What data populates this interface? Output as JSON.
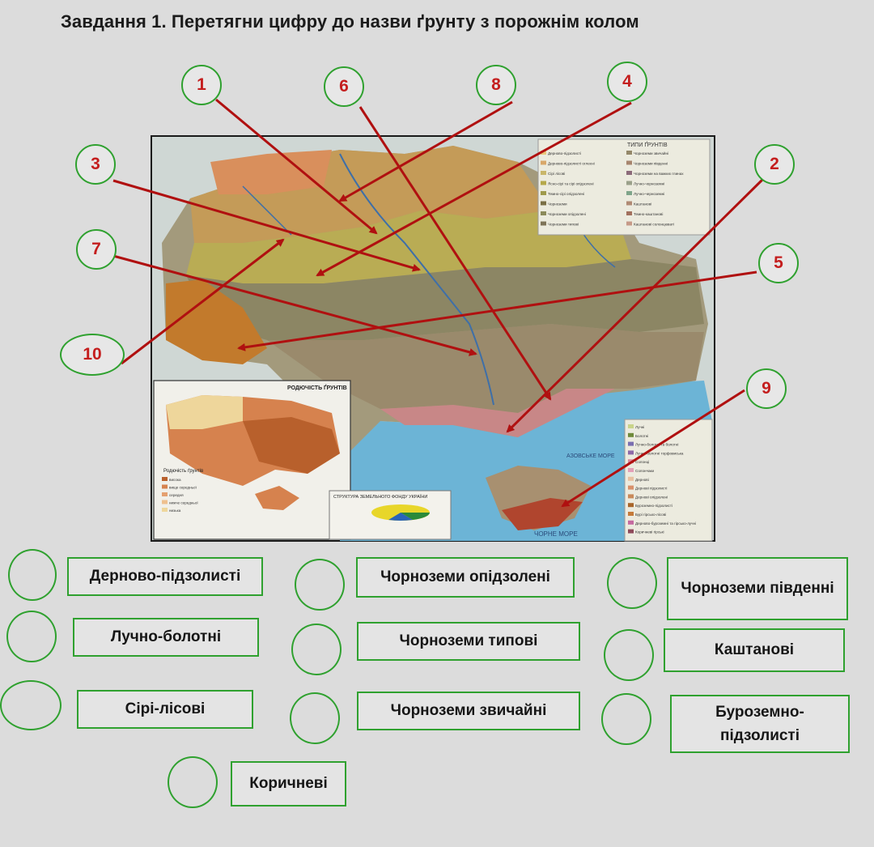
{
  "task": {
    "title": "Завдання 1. Перетягни цифру до назви ґрунту з порожнім колом"
  },
  "numbers": [
    "1",
    "6",
    "8",
    "4",
    "3",
    "2",
    "7",
    "5",
    "10",
    "9"
  ],
  "map": {
    "legend_title": "ТИПИ ҐРУНТІВ",
    "legend_items": [
      "Дерново-підзолисті",
      "Дерново-підзолисті оглеєні",
      "Сірі лісові",
      "Ясно-сірі та сірі опідзолені",
      "Темно-сірі опідзолені",
      "Чорноземи",
      "Чорноземи опідзолені",
      "Чорноземи типові",
      "Чорноземи звичайні",
      "Чорноземи південні",
      "Чорноземи на важких глинах",
      "Лучно-чорноземні",
      "Лучно-черноземні",
      "Каштанові",
      "Темно-каштанові",
      "Каштанові солонцюваті"
    ],
    "legend_items_2": [
      "Лучні",
      "Болотні",
      "Лучно-болотні та болотні",
      "Лучно-болотні торфовиська",
      "Солонці",
      "Солончаки",
      "Дернові",
      "Дернові підзолисті",
      "Дернові опідзолені",
      "Буроземно-підзолисті",
      "Бурі гірсько-лісові",
      "Дерново-буроземні та гірсько-лучні",
      "Коричневі гірські"
    ],
    "inset_title": "РОДЮЧІСТЬ ҐРУНТІВ",
    "inset_legend_title": "Родючість ґрунтів",
    "inset_legend": [
      "висока",
      "вище середньої",
      "середня",
      "нижче середньої",
      "низька"
    ],
    "structure_title": "СТРУКТУРА ЗЕМЕЛЬНОГО ФОНДУ УКРАЇНИ",
    "azov_label": "АЗОВСЬКЕ МОРЕ",
    "black_sea_label": "ЧОРНЕ МОРЕ"
  },
  "labels": [
    "Дерново-підзолисті",
    "Чорноземи опідзолені",
    "Чорноземи південні",
    "Лучно-болотні",
    "Чорноземи типові",
    "Каштанові",
    "Сірі-лісові",
    "Чорноземи звичайні",
    "Буроземно-підзолисті",
    "Коричневі"
  ],
  "colors": {
    "number_text": "#c41e1e",
    "outline": "#2fa12f",
    "arrow": "#b01010",
    "background": "#dcdcdc"
  }
}
